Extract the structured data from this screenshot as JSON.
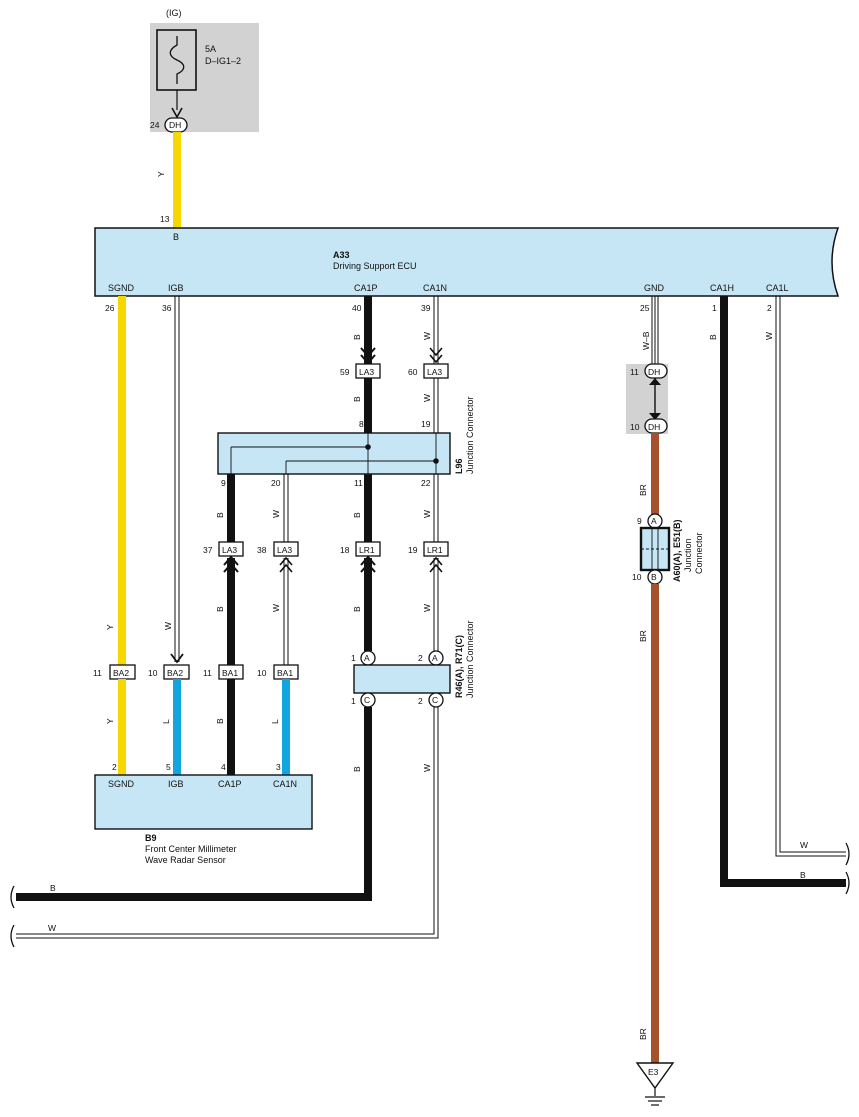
{
  "colors": {
    "yellow": "#f6d800",
    "blue": "#12a6e0",
    "brown": "#a5522c",
    "black": "#111111",
    "ecu_fill": "#c6e6f5",
    "gray_box": "#d2d2d2"
  },
  "fuse": {
    "circuit": "(IG)",
    "rating": "5A",
    "name": "D–IG1–2",
    "pin": "24",
    "connector": "DH"
  },
  "ecu": {
    "id": "A33",
    "name": "Driving Support ECU",
    "top_pin": "13",
    "top_pin_label": "B",
    "terminals": [
      {
        "name": "SGND",
        "pin": "26"
      },
      {
        "name": "IGB",
        "pin": "36"
      },
      {
        "name": "CA1P",
        "pin": "40"
      },
      {
        "name": "CA1N",
        "pin": "39"
      },
      {
        "name": "GND",
        "pin": "25"
      },
      {
        "name": "CA1H",
        "pin": "1"
      },
      {
        "name": "CA1L",
        "pin": "2"
      }
    ]
  },
  "wire_labels": {
    "ig_feed": "Y",
    "sgnd_upper": "Y",
    "sgnd_lower": "Y",
    "igb_upper": "W",
    "igb_lower": "L",
    "ca1p_top": "B",
    "ca1p_mid": "B",
    "ca1p_low": "B",
    "ca1p_bottom": "B",
    "ca1n_top": "W",
    "ca1n_mid": "W",
    "ca1n_low": "W",
    "ca1n_bottom": "W",
    "l96_9": "B",
    "l96_9_low": "B",
    "l96_20": "W",
    "l96_20_low": "L",
    "gnd_upper": "W–B",
    "gnd_mid": "BR",
    "gnd_low": "BR",
    "gnd_bottom": "BR",
    "ca1h": "B",
    "ca1l": "W",
    "bus_b": "B",
    "bus_w": "W",
    "right_w": "W",
    "right_b": "B"
  },
  "inline_connectors": {
    "ca1p_la3": {
      "pin": "59",
      "name": "LA3"
    },
    "ca1n_la3": {
      "pin": "60",
      "name": "LA3"
    },
    "c9_la3": {
      "pin": "37",
      "name": "LA3"
    },
    "c20_la3": {
      "pin": "38",
      "name": "LA3"
    },
    "c11_lr1": {
      "pin": "18",
      "name": "LR1"
    },
    "c22_lr1": {
      "pin": "19",
      "name": "LR1"
    },
    "sgnd_ba2": {
      "pin": "11",
      "name": "BA2"
    },
    "igb_ba2": {
      "pin": "10",
      "name": "BA2"
    },
    "ca1p_ba1": {
      "pin": "11",
      "name": "BA1"
    },
    "ca1n_ba1": {
      "pin": "10",
      "name": "BA1"
    },
    "gnd_dh_top": {
      "pin": "11",
      "name": "DH"
    },
    "gnd_dh_bottom": {
      "pin": "10",
      "name": "DH"
    }
  },
  "junction_l96": {
    "id": "L96",
    "name": "Junction Connector",
    "pins": {
      "in_ca1p": "8",
      "in_ca1n": "19",
      "out_9": "9",
      "out_20": "20",
      "out_11": "11",
      "out_22": "22"
    }
  },
  "junction_r46": {
    "id": "R46(A), R71(C)",
    "name": "Junction Connector",
    "pins": {
      "top_left": "1",
      "top_left_letter": "A",
      "top_right": "2",
      "top_right_letter": "A",
      "bot_left": "1",
      "bot_left_letter": "C",
      "bot_right": "2",
      "bot_right_letter": "C"
    }
  },
  "junction_a60": {
    "id": "A60(A), E51(B)",
    "name": "Junction Connector",
    "top_pin": "9",
    "top_letter": "A",
    "bottom_pin": "10",
    "bottom_letter": "B"
  },
  "sensor": {
    "id": "B9",
    "name_line1": "Front Center Millimeter",
    "name_line2": "Wave Radar Sensor",
    "terminals": [
      {
        "name": "SGND",
        "pin": "2"
      },
      {
        "name": "IGB",
        "pin": "5"
      },
      {
        "name": "CA1P",
        "pin": "4"
      },
      {
        "name": "CA1N",
        "pin": "3"
      }
    ]
  },
  "ground": {
    "name": "E3"
  }
}
